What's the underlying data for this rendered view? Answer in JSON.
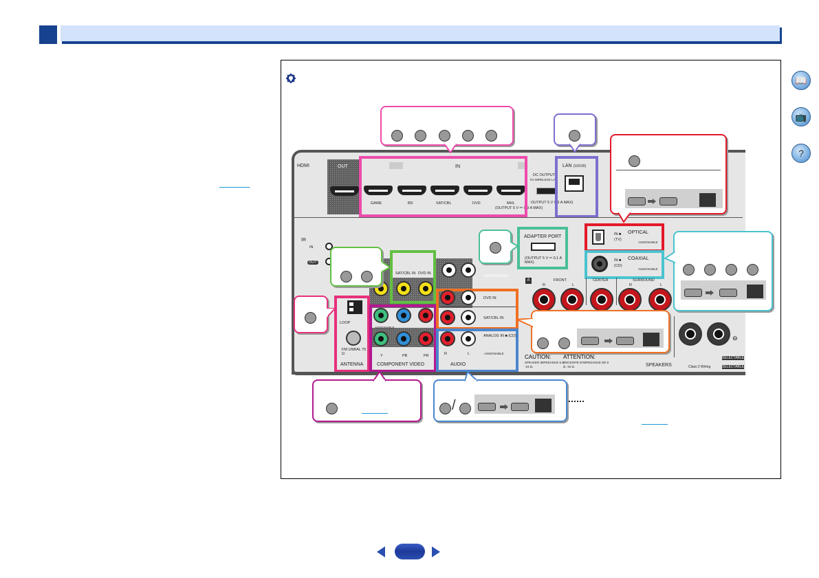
{
  "header": {
    "section_number": "",
    "title": ""
  },
  "left_column": {
    "link_text": ""
  },
  "tip": {
    "icon": "lightbulb-gear-icon",
    "text": ""
  },
  "receiver": {
    "hdmi": {
      "label": "HDMI",
      "out_label": "OUT",
      "in_label": "IN",
      "inputs": [
        "GAME",
        "BD",
        "SAT/CBL",
        "DVD",
        "MHL"
      ],
      "mhl_note": "(OUTPUT 5 V ⎓ 0.9 A MAX)"
    },
    "dc_output": {
      "label": "DC OUTPUT",
      "sub": "for WIRELESS LAN",
      "note": "OUTPUT 5 V 0.6 A MAX)"
    },
    "lan": {
      "label": "LAN",
      "sub": "(10/100)"
    },
    "adapter_port": {
      "label": "ADAPTER PORT",
      "note": "(OUTPUT 5 V ⎓ 0.1 A MAX)"
    },
    "optical": {
      "label": "OPTICAL",
      "in": "IN ■",
      "source": "(TV)",
      "assignable": "ASSIGNABLE"
    },
    "coaxial": {
      "label": "COAXIAL",
      "in": "IN ■",
      "source": "(CD)",
      "assignable": "ASSIGNABLE"
    },
    "ir": {
      "label": "IR",
      "in": "IN",
      "out": "OUT"
    },
    "composite": {
      "inputs": [
        "SAT/CBL IN",
        "DVD IN"
      ]
    },
    "subwoofer": "SUBWOOFER",
    "antenna": {
      "label": "ANTENNA",
      "loop": "LOOP",
      "fm": "FM UNBAL 75 Ω"
    },
    "component_video": {
      "label": "COMPONENT VIDEO",
      "channels": [
        "Y",
        "PB",
        "PR"
      ],
      "assignable": "ASSIGNABLE"
    },
    "audio": {
      "label": "AUDIO",
      "rows": [
        "DVD IN",
        "SAT/CBL IN",
        "ANALOG IN ■ (CD)"
      ],
      "channels": [
        "R",
        "L"
      ],
      "assignable": "ASSIGNABLE"
    },
    "speakers": {
      "zone": "A",
      "front": "FRONT",
      "center": "CENTER",
      "surround": "SURROUND",
      "r": "R",
      "l": "L",
      "label": "SPEAKERS",
      "minus": "⊖",
      "class2": "Class 2 Wiring",
      "selectable": "SELECTABLE",
      "caution": "CAUTION:",
      "caution_text": "SPEAKER IMPEDANCE 6 Ω -16 Ω.",
      "attention": "ATTENTION:",
      "attention_text": "ENCEINTE D'IMPEDANCE DE 6 Ω -16 Ω."
    }
  },
  "callouts": {
    "hdmi": {
      "color": "#ee4bac",
      "markers": 5
    },
    "lan": {
      "color": "#7b6fcf",
      "markers": 1
    },
    "optical": {
      "color": "#e3192a",
      "markers": 1
    },
    "coaxial": {
      "color": "#49c3cf",
      "markers": 4
    },
    "adapter": {
      "color": "#4bbf97",
      "markers": 1
    },
    "composite": {
      "color": "#62bf42",
      "markers": 2
    },
    "antenna": {
      "color": "#e7307c",
      "markers": 1
    },
    "audio_orange": {
      "color": "#f07023",
      "markers": 2
    },
    "component": {
      "color": "#b31890",
      "markers": 1,
      "link_text": ""
    },
    "audio_blue": {
      "color": "#4a86cf",
      "markers": 2,
      "separator": "/"
    }
  },
  "side_nav": [
    {
      "icon": "manual-book-icon"
    },
    {
      "icon": "remote-receiver-icon"
    },
    {
      "icon": "troubleshooting-question-icon"
    }
  ],
  "pager": {
    "page_number": ""
  }
}
